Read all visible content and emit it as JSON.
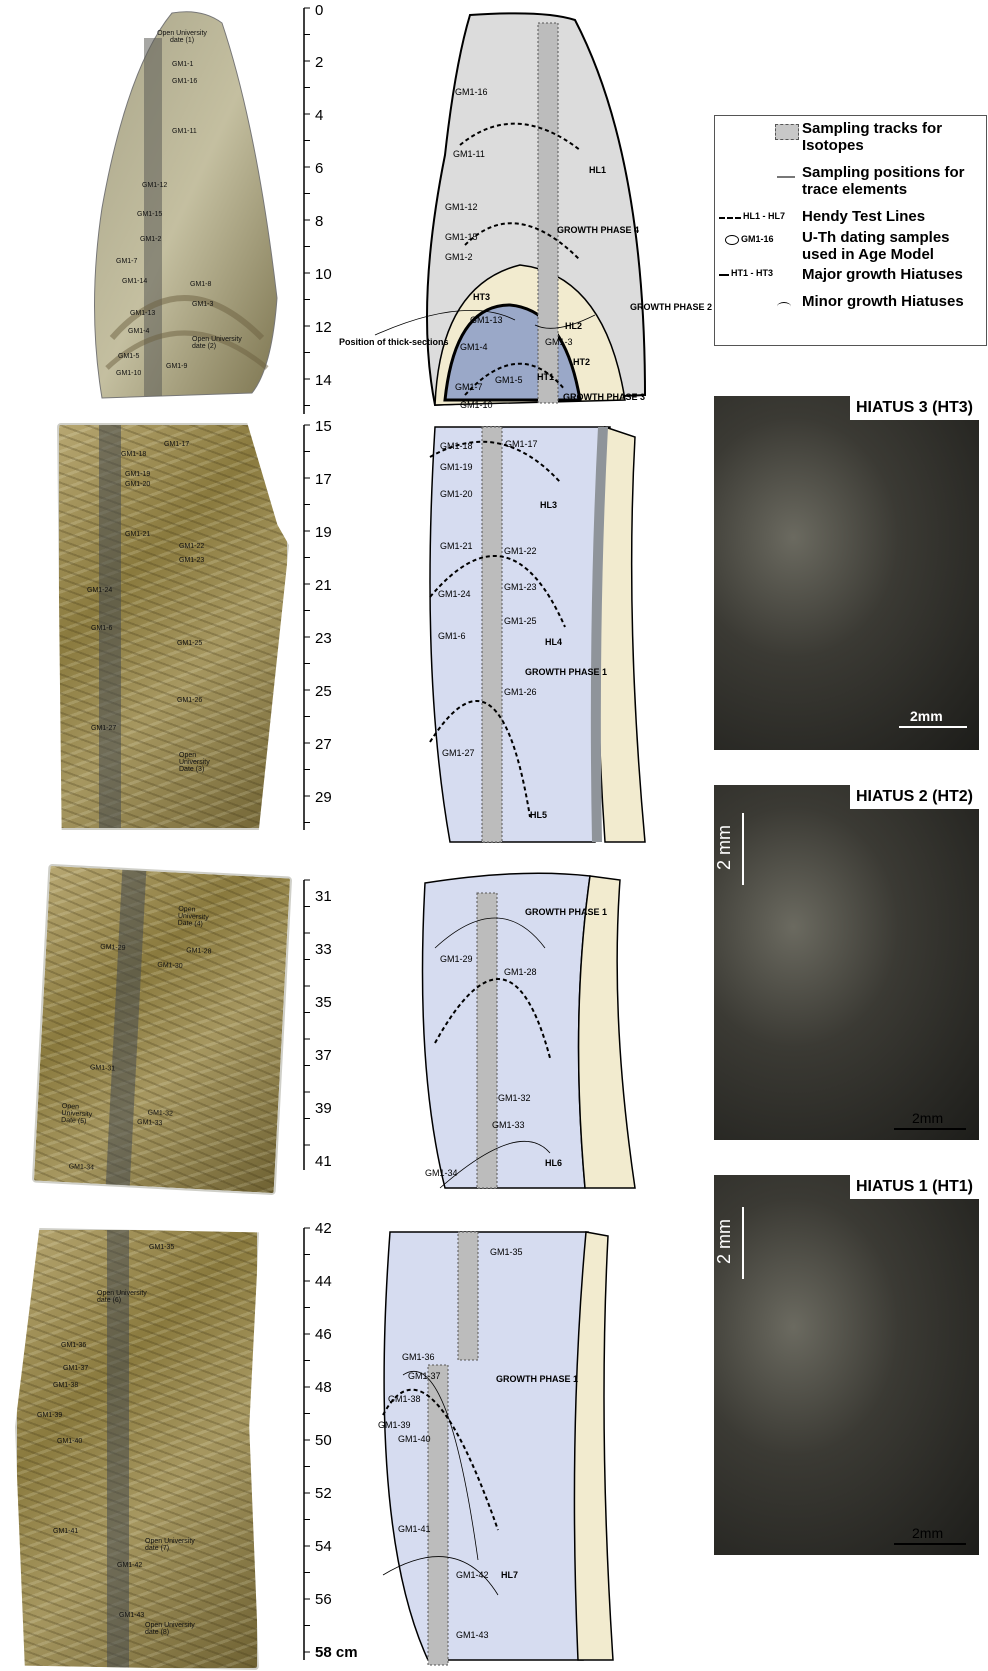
{
  "scale": {
    "ticks": [
      "0",
      "2",
      "4",
      "6",
      "8",
      "10",
      "12",
      "14",
      "15",
      "17",
      "19",
      "21",
      "23",
      "25",
      "27",
      "29",
      "31",
      "33",
      "35",
      "37",
      "39",
      "41",
      "42",
      "44",
      "46",
      "48",
      "50",
      "52",
      "54",
      "56",
      "58 cm"
    ]
  },
  "photos": {
    "p1": [
      "Open University date (1)",
      "GM1-1",
      "GM1-16",
      "GM1-11",
      "GM1-12",
      "GM1-15",
      "GM1-2",
      "GM1-7",
      "GM1-14",
      "GM1-8",
      "GM1-3",
      "GM1-13",
      "GM1-4",
      "GM1-5",
      "GM1-10",
      "GM1-9",
      "Open University date (2)"
    ],
    "p2": [
      "GM1-18",
      "GM1-17",
      "GM1-19",
      "GM1-20",
      "GM1-21",
      "GM1-22",
      "GM1-23",
      "GM1-24",
      "GM1-25",
      "GM1-6",
      "GM1-26",
      "GM1-27",
      "Open University Date (3)"
    ],
    "p3": [
      "Open University Date (4)",
      "GM1-29",
      "GM1-28",
      "GM1-30",
      "GM1-31",
      "GM1-32",
      "Open University Date (5)",
      "GM1-33",
      "GM1-34"
    ],
    "p4": [
      "GM1-35",
      "Open University date (6)",
      "GM1-36",
      "GM1-37",
      "GM1-38",
      "GM1-39",
      "GM1-40",
      "GM1-41",
      "Open University date (7)",
      "GM1-42",
      "GM1-43",
      "Open University date (8)"
    ]
  },
  "drawings": {
    "d1": {
      "samples": [
        "GM1-16",
        "GM1-11",
        "GM1-12",
        "GM1-15",
        "GM1-2",
        "GM1-13",
        "GM1-4",
        "GM1-3",
        "GM1-7",
        "GM1-10",
        "GM1-5"
      ],
      "lines": [
        "HL1",
        "HL2",
        "HT3",
        "HT2",
        "HT1"
      ],
      "phases": [
        "GROWTH PHASE 4",
        "GROWTH PHASE 2",
        "GROWTH PHASE 3"
      ],
      "callout": "Position of thick-sections"
    },
    "d2": {
      "samples": [
        "GM1-18",
        "GM1-17",
        "GM1-19",
        "GM1-20",
        "GM1-21",
        "GM1-22",
        "GM1-23",
        "GM1-24",
        "GM1-25",
        "GM1-6",
        "GM1-26",
        "GM1-27"
      ],
      "lines": [
        "HL3",
        "HL4",
        "HL5"
      ],
      "phase": "GROWTH PHASE 1"
    },
    "d3": {
      "samples": [
        "GM1-29",
        "GM1-28",
        "GM1-32",
        "GM1-33",
        "GM1-34"
      ],
      "lines": [
        "HL6"
      ],
      "phase": "GROWTH PHASE 1"
    },
    "d4": {
      "samples": [
        "GM1-35",
        "GM1-36",
        "GM1-37",
        "GM1-38",
        "GM1-39",
        "GM1-40",
        "GM1-41",
        "GM1-42",
        "GM1-43"
      ],
      "lines": [
        "HL7"
      ],
      "phase": "GROWTH PHASE 1"
    }
  },
  "legend": {
    "isotopes": "Sampling tracks for Isotopes",
    "trace": "Sampling positions for trace elements",
    "hl_key": "HL1 - HL7",
    "hl": "Hendy Test Lines",
    "uth_key": "GM1-16",
    "uth": "U-Th dating samples used in Age Model",
    "ht_key": "HT1 - HT3",
    "ht": "Major growth Hiatuses",
    "minor": "Minor growth Hiatuses"
  },
  "micrographs": [
    {
      "title": "HIATUS 3 (HT3)",
      "scale": "2mm"
    },
    {
      "title": "HIATUS 2 (HT2)",
      "scale": "2mm",
      "side": "2 mm"
    },
    {
      "title": "HIATUS 1 (HT1)",
      "scale": "2mm",
      "side": "2 mm"
    }
  ]
}
